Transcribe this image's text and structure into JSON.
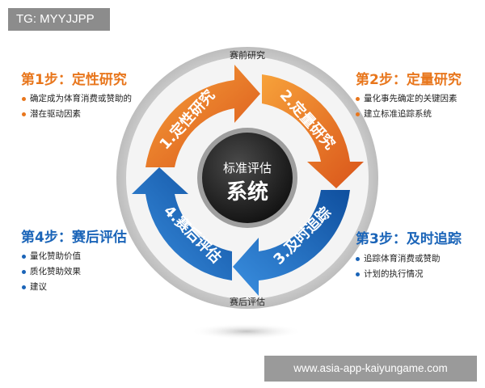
{
  "tag": "TG: MYYJJPP",
  "diagram": {
    "top_label": "赛前研究",
    "bottom_label": "赛后评估",
    "center": {
      "line1": "标准评估",
      "line2": "系统"
    },
    "arrows": [
      {
        "label": "1.定性研究"
      },
      {
        "label": "2.定量研究"
      },
      {
        "label": "3.及时追踪"
      },
      {
        "label": "4.赛后评估"
      }
    ],
    "colors": {
      "orange": "#e8761c",
      "blue": "#1a64b8",
      "center": "#222222"
    }
  },
  "steps": [
    {
      "title": "第1步：定性研究",
      "bullets": [
        "确定成为体育消费或赞助的",
        "潜在驱动因素"
      ]
    },
    {
      "title": "第2步：定量研究",
      "bullets": [
        "量化事先确定的关键因素",
        "建立标准追踪系统"
      ]
    },
    {
      "title": "第3步：及时追踪",
      "bullets": [
        "追踪体育消费或赞助",
        "计划的执行情况"
      ]
    },
    {
      "title": "第4步：赛后评估",
      "bullets": [
        "量化赞助价值",
        "质化赞助效果",
        "建议"
      ]
    }
  ],
  "watermark": "www.asia-app-kaiyungame.com"
}
